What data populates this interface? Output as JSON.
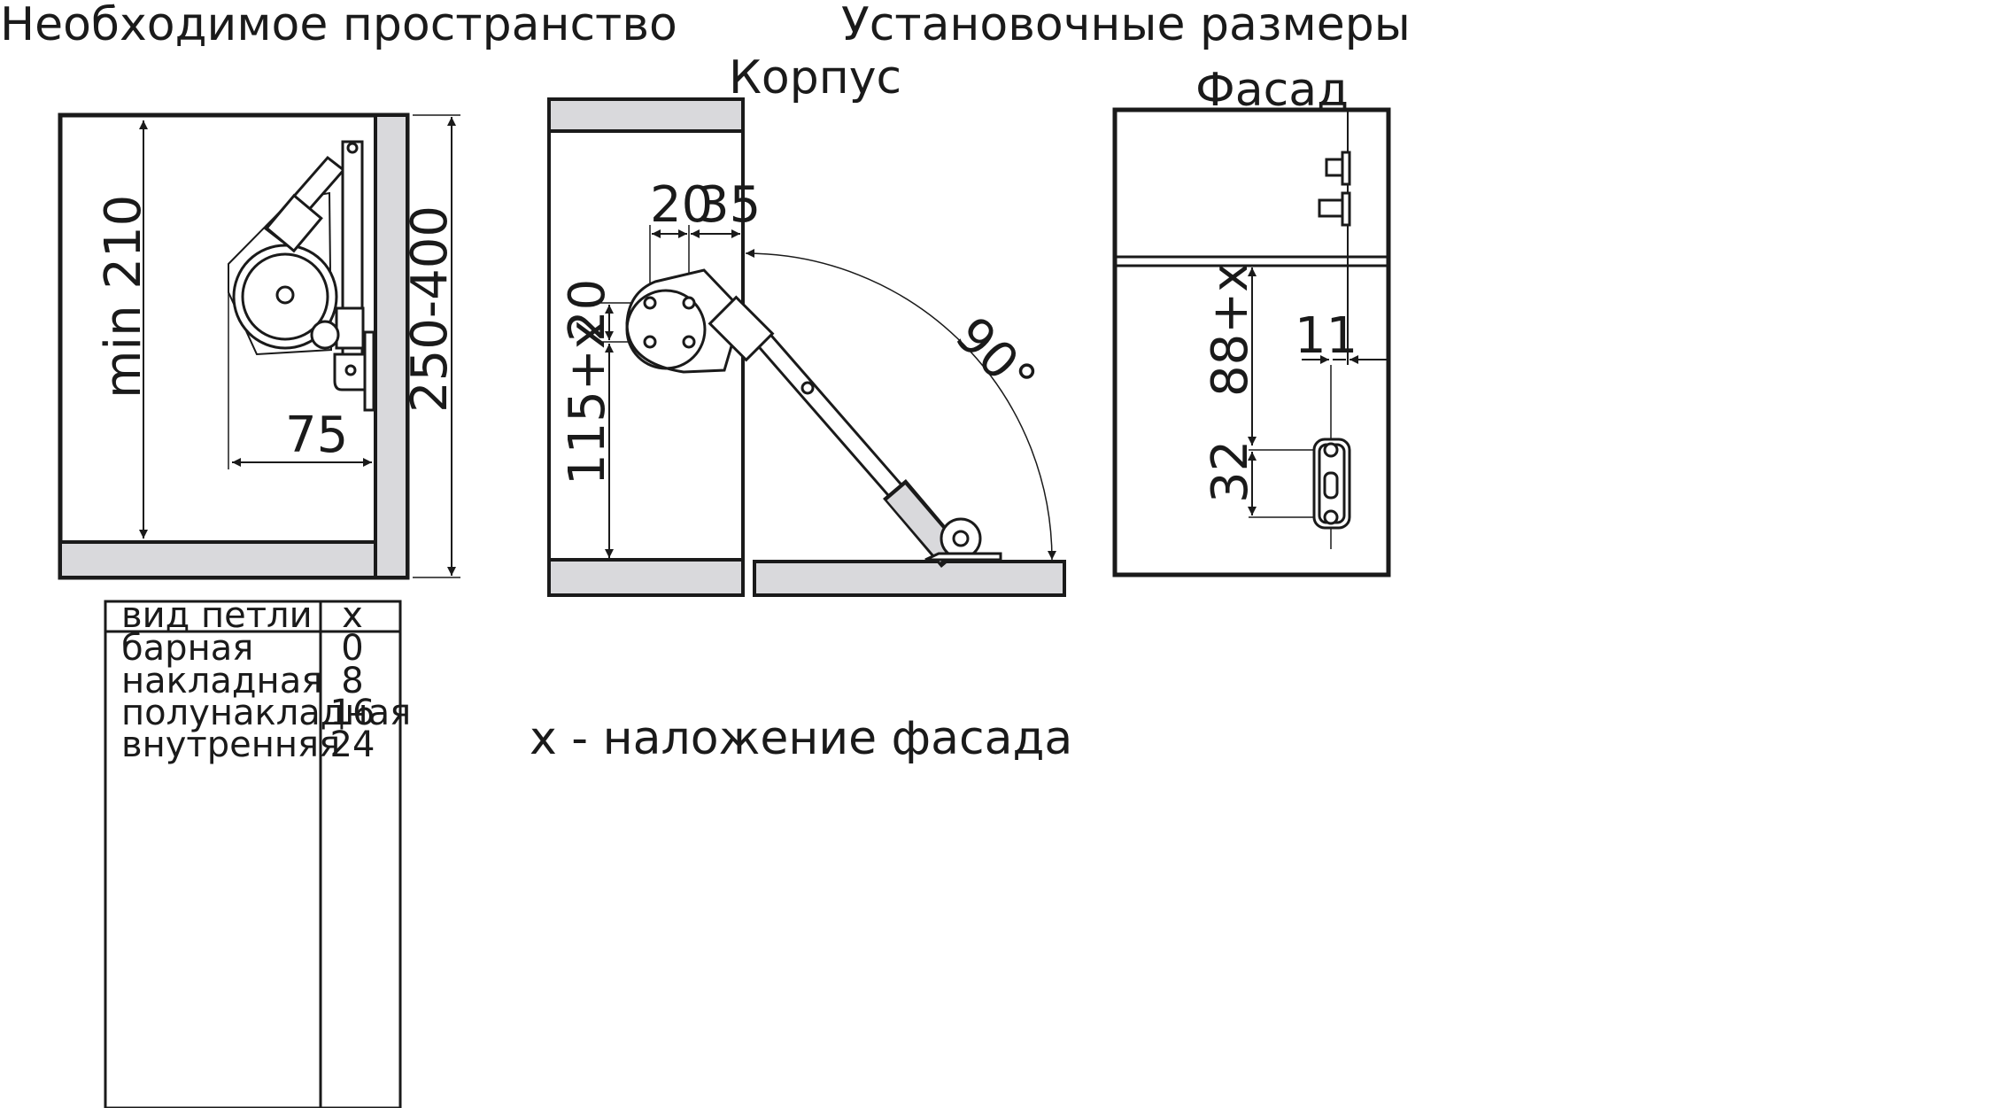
{
  "titles": {
    "required_space": "Необходимое пространство",
    "mounting_dimensions": "Установочные размеры",
    "body": "Корпус",
    "facade": "Фасад"
  },
  "dimensions": {
    "min_height": "min 210",
    "depth": "75",
    "height_range": "250-400",
    "offset_20": "20",
    "offset_35": "35",
    "vertical_20": "20",
    "vertical_115": "115+x",
    "angle": "90°",
    "facade_88": "88+x",
    "facade_11": "11",
    "facade_32": "32"
  },
  "hinge_table": {
    "headers": [
      "вид петли",
      "x"
    ],
    "rows": [
      [
        "барная",
        "0"
      ],
      [
        "накладная",
        "8"
      ],
      [
        "полунакладная",
        "16"
      ],
      [
        "внутренняя",
        "24"
      ]
    ]
  },
  "legend": "x - наложение фасада",
  "colors": {
    "line": "#1a1a1a",
    "panel_fill": "#d9d9dc",
    "part_fill": "#ffffff"
  }
}
